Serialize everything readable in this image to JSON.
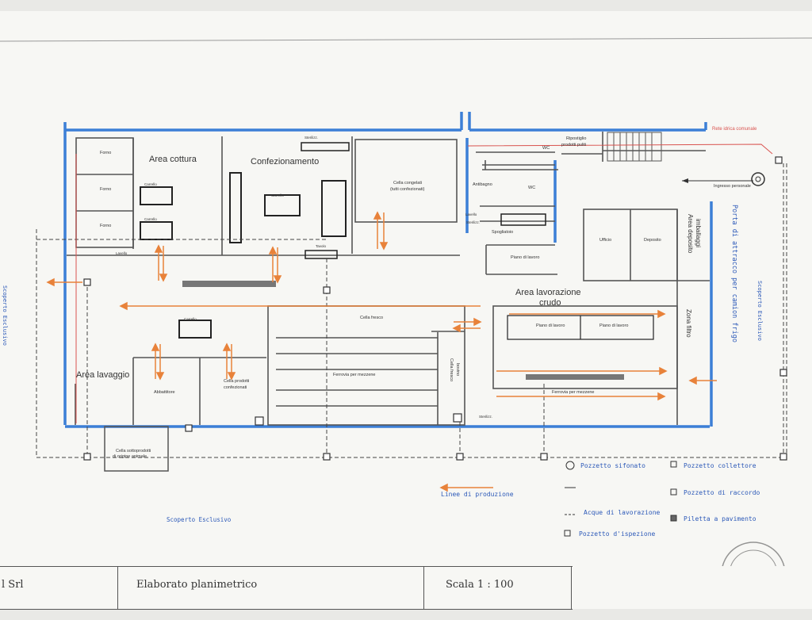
{
  "rooms": {
    "forno1": "Forno",
    "forno2": "Forno",
    "forno3": "Forno",
    "area_cottura": "Area cottura",
    "confezionamento": "Confezionamento",
    "celle_congelati_1": "Cella congelati",
    "celle_congelati_2": "(tutti confezionati)",
    "wc1": "WC",
    "wc2": "WC",
    "ripostiglio_1": "Ripostiglio",
    "ripostiglio_2": "prodotti puliti",
    "antibagno": "Antibagno",
    "spogliatoio": "Spogliatoio",
    "piano_lavoro_a": "Piano di lavoro",
    "ufficio": "Ufficio",
    "deposito": "Deposito",
    "area_deposito_1": "Area deposito",
    "area_deposito_2": "imballaggi",
    "zona_filtro": "Zona filtro",
    "area_lavorazione_1": "Area lavorazione",
    "area_lavorazione_2": "crudo",
    "piano_lavoro_b": "Piano di lavoro",
    "piano_lavoro_c": "Piano di lavoro",
    "ferrovia_1": "Ferrovia per mezzene",
    "ferrovia_2": "Ferrovia per mezzene",
    "cella_fresco": "Cella fresco",
    "cella_fresco_bovino_1": "Cella fresco",
    "cella_fresco_bovino_2": "bovino",
    "area_lavaggio": "Area lavaggio",
    "abbattitore": "Abbattitore",
    "cella_prodotti_1": "Cella prodotti",
    "cella_prodotti_2": "confezionati",
    "cella_sottoprodotti_1": "Cella sottoprodotti",
    "cella_sottoprodotti_2": "di origine animale",
    "carrello1": "Carrello",
    "carrello2": "Carrello",
    "carrello3": "Carrello",
    "carrello4": "Carrello",
    "lavello1": "Lavello",
    "lavello2": "Lavello",
    "sterilizz1": "Sterilizz.",
    "sterilizz2": "Sterilizz.",
    "sterilizz3": "Sterilizz.",
    "tavolo_label": "Tavolo"
  },
  "annotations": {
    "rete_idrica": "Rete idrica comunale",
    "ingresso_personale": "Ingresso personale",
    "porta_attracco": "Porta di attracco per camion frigo",
    "scoperto_left": "Scoperto Esclusivo",
    "scoperto_right": "Scoperto Esclusivo",
    "scoperto_bottom": "Scoperto Esclusivo"
  },
  "legend": {
    "pozzetto_sifonato": "Pozzetto sifonato",
    "pozzetto_collettore": "Pozzetto collettore",
    "pozzetto_raccordo": "Pozzetto di raccordo",
    "acque_lavorazione": "Acque di lavorazione",
    "piletta_pavimento": "Piletta a pavimento",
    "linee_produzione": "Linee di produzione",
    "pozzetto_ispezione": "Pozzetto d'ispezione"
  },
  "title_block": {
    "company": "l Srl",
    "title": "Elaborato planimetrico",
    "scale": "Scala 1 : 100"
  },
  "colors": {
    "wall_blue": "#3c7fd6",
    "flow_orange": "#e8823a",
    "water_red": "#d9534f",
    "ink": "#333333"
  }
}
